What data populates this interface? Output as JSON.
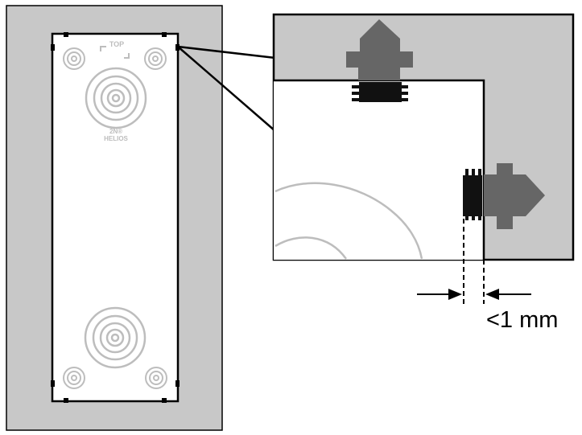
{
  "panel": {
    "top_label": "TOP",
    "brand_line1": "2N®",
    "brand_line2": "HELIOS"
  },
  "detail": {
    "gap_label": "<1 mm"
  },
  "colors": {
    "wall": "#c8c8c8",
    "panel": "#ffffff",
    "stroke": "#000000",
    "faint": "#bdbdbd",
    "arrow": "#666666",
    "thread": "#111111"
  }
}
